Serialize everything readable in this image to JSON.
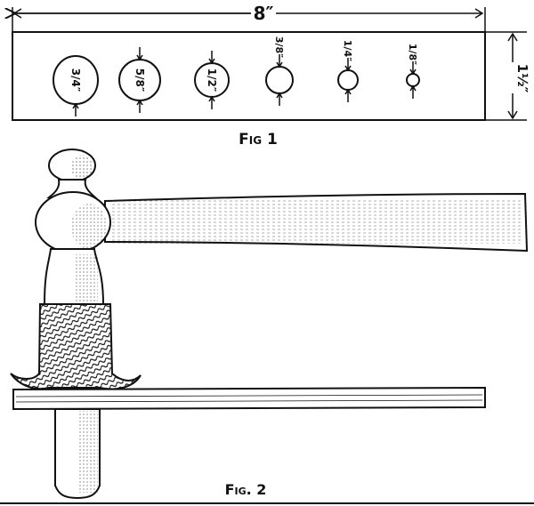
{
  "figure1": {
    "caption": "Fig 1",
    "length_label": "8″",
    "width_label": "1½″",
    "holes": [
      {
        "label": "3/4″",
        "diameter_in": 0.75
      },
      {
        "label": "5/8″",
        "diameter_in": 0.625
      },
      {
        "label": "1/2″",
        "diameter_in": 0.5
      },
      {
        "label": "3/8″",
        "diameter_in": 0.375
      },
      {
        "label": "1/4″",
        "diameter_in": 0.25
      },
      {
        "label": "1/8″",
        "diameter_in": 0.125
      }
    ]
  },
  "figure2": {
    "caption": "Fig. 2"
  }
}
